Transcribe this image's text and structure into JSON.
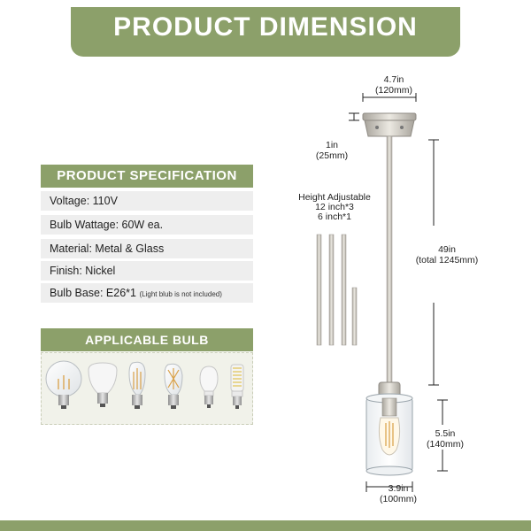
{
  "header": {
    "title": "PRODUCT DIMENSION"
  },
  "specification": {
    "title": "PRODUCT SPECIFICATION",
    "rows": [
      {
        "label": "Voltage: 110V"
      },
      {
        "label": "Bulb Wattage: 60W ea."
      },
      {
        "label": "Material: Metal & Glass"
      },
      {
        "label": "Finish: Nickel"
      },
      {
        "label": "Bulb Base: E26*1",
        "note": "(Light blub is not included)"
      }
    ]
  },
  "applicable_bulb": {
    "title": "APPLICABLE BULB",
    "bulbs": [
      "globe-bulb-icon",
      "br-flood-bulb-icon",
      "edison-st-bulb-icon",
      "edison-squirrel-cage-bulb-icon",
      "a19-led-bulb-icon",
      "corn-led-bulb-icon"
    ]
  },
  "dimensions": {
    "canopy_width": "4.7in",
    "canopy_width_mm": "(120mm)",
    "canopy_height": "1in",
    "canopy_height_mm": "(25mm)",
    "height_adjustable": "Height Adjustable",
    "rod_long": "12 inch*3",
    "rod_short": "6 inch*1",
    "total_height": "49in",
    "total_height_mm": "(total 1245mm)",
    "shade_height": "5.5in",
    "shade_height_mm": "(140mm)",
    "shade_width": "3.9in",
    "shade_width_mm": "(100mm)"
  },
  "colors": {
    "accent": "#8ca06a",
    "row_bg": "#eeeeee",
    "metal": "#c8c4bc"
  }
}
